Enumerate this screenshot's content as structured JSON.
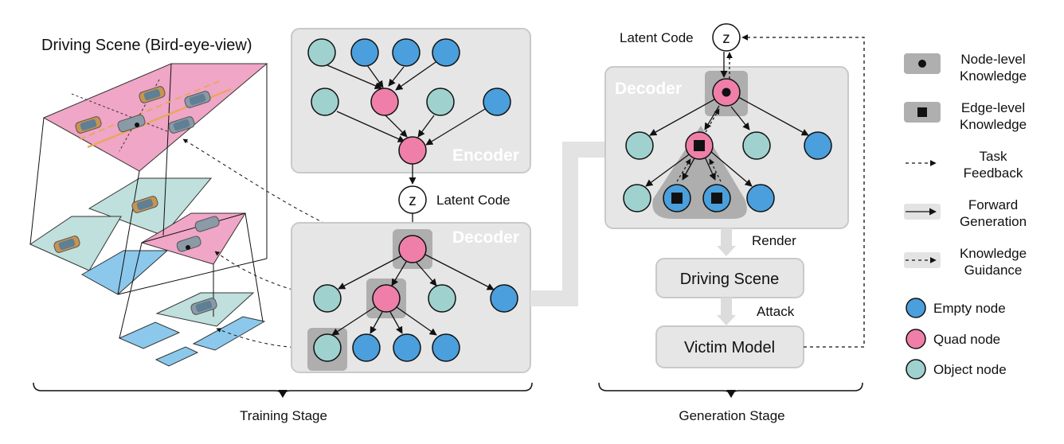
{
  "title": "Driving Scene (Bird-eye-view)",
  "encoder_label": "Encoder",
  "decoder_label": "Decoder",
  "latent_code_label": "Latent Code",
  "latent_symbol": "z",
  "render_label": "Render",
  "attack_label": "Attack",
  "driving_scene_label": "Driving Scene",
  "victim_model_label": "Victim Model",
  "training_stage_label": "Training Stage",
  "generation_stage_label": "Generation Stage",
  "legend": {
    "node_knowledge": [
      "Node-level",
      "Knowledge"
    ],
    "edge_knowledge": [
      "Edge-level",
      "Knowledge"
    ],
    "task_feedback": [
      "Task",
      "Feedback"
    ],
    "forward_generation": [
      "Forward",
      "Generation"
    ],
    "knowledge_guidance": [
      "Knowledge",
      "Guidance"
    ],
    "empty_node": "Empty node",
    "quad_node": "Quad node",
    "object_node": "Object node"
  },
  "colors": {
    "empty_node": "#4a9fdc",
    "quad_node": "#ef7fa8",
    "object_node": "#9fd1cf",
    "panel": "#e6e6e6",
    "panel_border": "#c9c9c9",
    "highlight": "#9b9b9b",
    "plane_pink": "#f0a6c6",
    "plane_teal": "#bfe0dd",
    "plane_blue": "#8cc8ec"
  }
}
